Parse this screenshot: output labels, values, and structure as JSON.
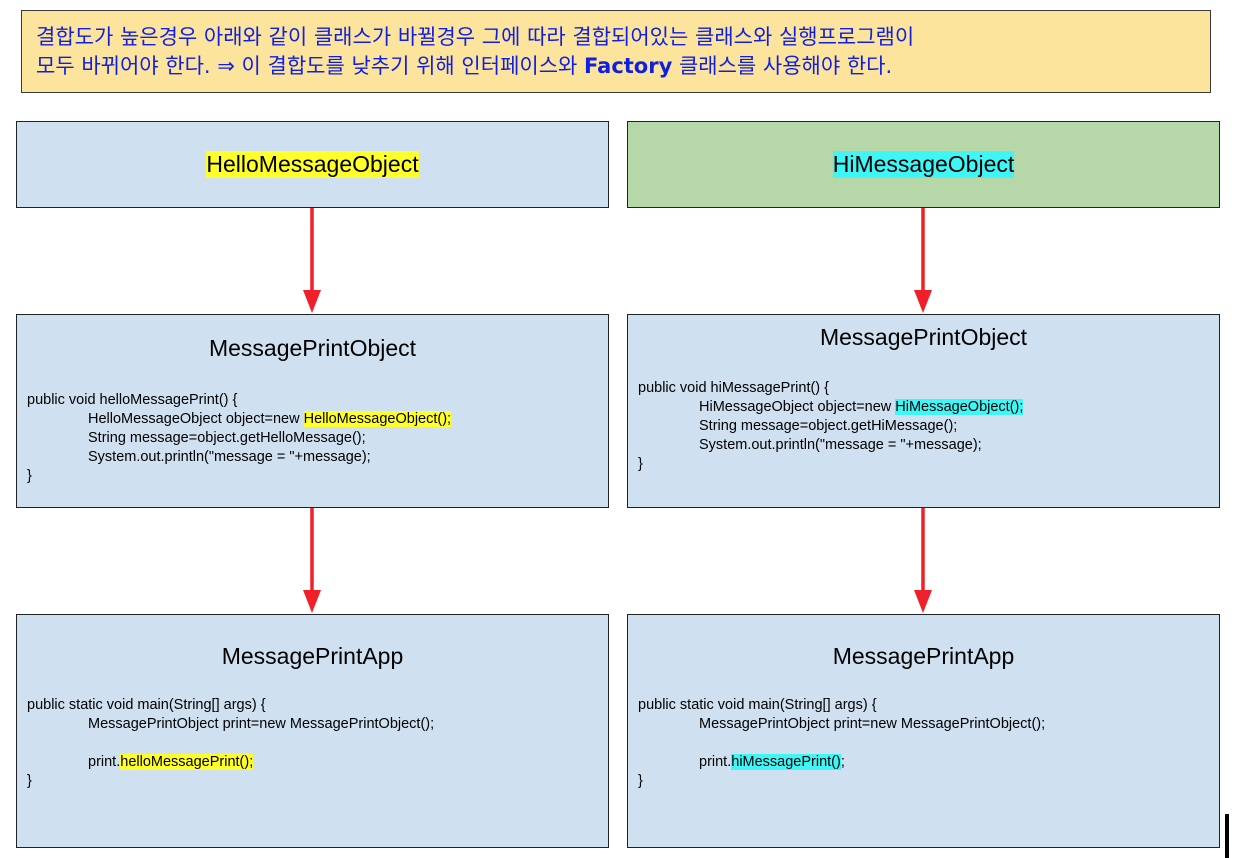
{
  "note": {
    "line1": "결합도가 높은경우 아래와 같이 클래스가 바뀔경우 그에 따라 결합되어있는 클래스와 실행프로그램이",
    "line2_pre": "모두 바뀌어야 한다. ⇒ 이 결합도를 낮추기 위해 인터페이스와 ",
    "line2_bold": "Factory",
    "line2_post": " 클래스를 사용해야 한다."
  },
  "left": {
    "object_title": "HelloMessageObject",
    "print_object": {
      "title": "MessagePrintObject",
      "sig": "public void helloMessagePrint() {",
      "l1_pre": "HelloMessageObject object=new ",
      "l1_hl": "HelloMessageObject();",
      "l2": "String message=object.getHelloMessage();",
      "l3": "System.out.println(\"message = \"+message);",
      "close": "}"
    },
    "app": {
      "title": "MessagePrintApp",
      "sig": "public static void main(String[] args) {",
      "l1": "MessagePrintObject print=new MessagePrintObject();",
      "l2_pre": "print.",
      "l2_hl": "helloMessagePrint();",
      "l2_post": "",
      "close": "}"
    }
  },
  "right": {
    "object_title": "HiMessageObject",
    "print_object": {
      "title": "MessagePrintObject",
      "sig": "public void hiMessagePrint() {",
      "l1_pre": "HiMessageObject object=new ",
      "l1_hl": "HiMessageObject();",
      "l2": "String message=object.getHiMessage();",
      "l3": "System.out.println(\"message = \"+message);",
      "close": "}"
    },
    "app": {
      "title": "MessagePrintApp",
      "sig": "public static void main(String[] args) {",
      "l1": "MessagePrintObject print=new MessagePrintObject();",
      "l2_pre": "print.",
      "l2_hl": "hiMessagePrint()",
      "l2_post": ";",
      "close": "}"
    }
  },
  "colors": {
    "note_text": "#1020e0",
    "box_blue": "#cfe0f1",
    "box_green": "#b6d7a8",
    "highlight_yellow": "#ffff2c",
    "highlight_cyan": "#3ff6f6",
    "arrow": "#f0202a"
  }
}
